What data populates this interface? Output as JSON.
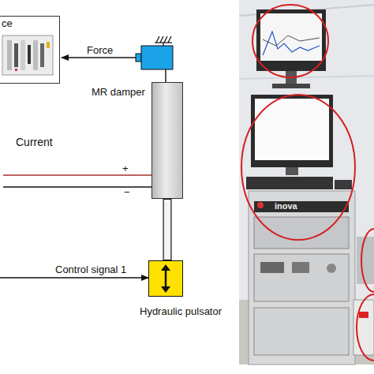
{
  "diagram": {
    "nodes": [
      {
        "text": [
          "ce"
        ]
      },
      {
        "text": [
          "MR damper"
        ]
      },
      {
        "text": [
          "Hydraulic pulsator"
        ]
      }
    ],
    "edges": [
      {
        "from": 1,
        "to": 2,
        "arrow": "none"
      }
    ],
    "labels": [
      "Force",
      "Current",
      "+",
      "−",
      "Control signal 1",
      "inova"
    ]
  }
}
